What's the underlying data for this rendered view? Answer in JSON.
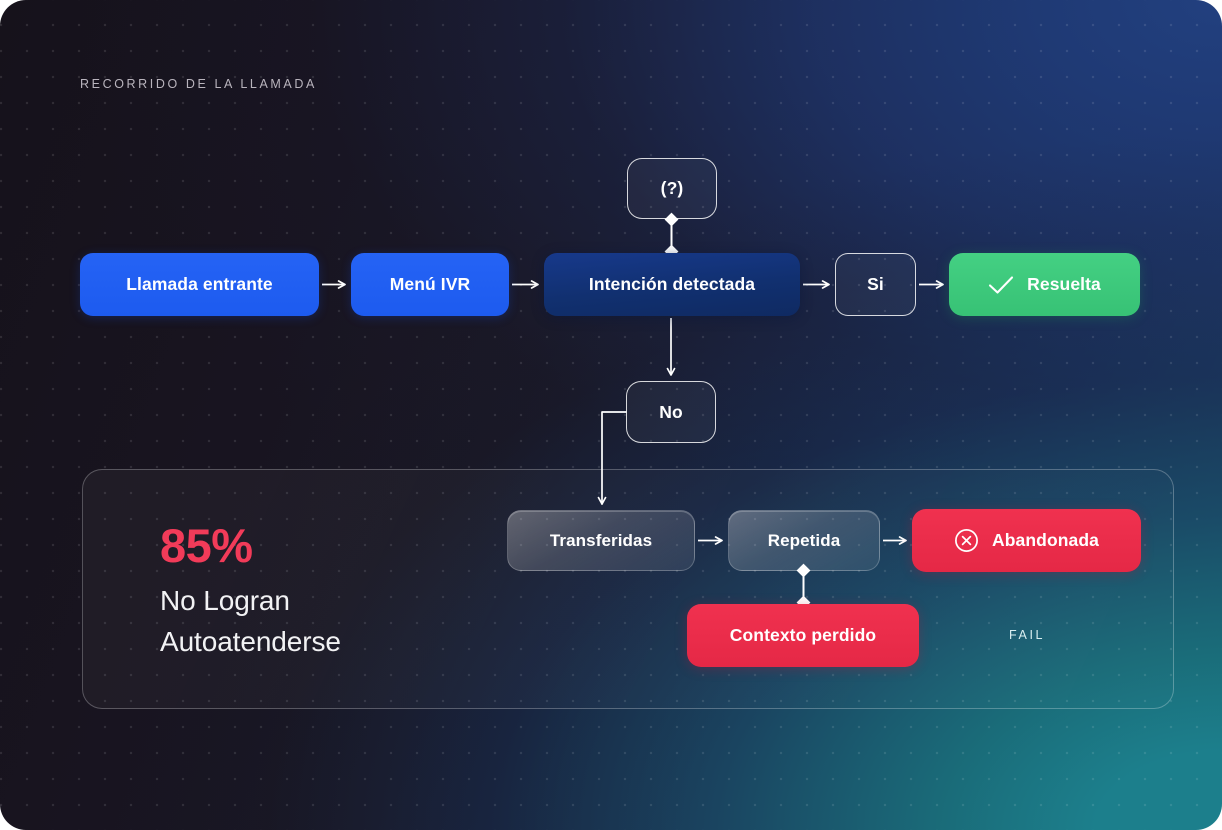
{
  "header": {
    "eyebrow": "RECORRIDO DE LA LLAMADA"
  },
  "flow": {
    "top_row": [
      {
        "id": "llamada",
        "label": "Llamada entrante",
        "style": "solid-blue"
      },
      {
        "id": "ivr",
        "label": "Menú IVR",
        "style": "solid-blue"
      },
      {
        "id": "intencion",
        "label": "Intención detectada",
        "style": "navy"
      },
      {
        "id": "si",
        "label": "Si",
        "style": "outline"
      },
      {
        "id": "resuelta",
        "label": "Resuelta",
        "style": "green",
        "icon": "check-icon"
      }
    ],
    "question_node": {
      "label": "(?)",
      "style": "outline"
    },
    "no_node": {
      "label": "No",
      "style": "outline"
    },
    "bottom_row": [
      {
        "id": "transferidas",
        "label": "Transferidas",
        "style": "glass"
      },
      {
        "id": "repetida",
        "label": "Repetida",
        "style": "glass"
      },
      {
        "id": "abandonada",
        "label": "Abandonada",
        "style": "red",
        "icon": "circle-x-icon"
      }
    ],
    "contexto_node": {
      "label": "Contexto perdido",
      "style": "red"
    }
  },
  "panel": {
    "stat_percent": "85%",
    "stat_line1": "No Logran",
    "stat_line2": "Autoatenderse",
    "fail_label": "FAIL"
  },
  "colors": {
    "accent_blue": "#2563f5",
    "navy": "#17398b",
    "success_green": "#3ec77a",
    "danger_red": "#f0314f",
    "stat_red": "#f23b59",
    "teal": "#1c7f8c",
    "eyebrow_text": "#b9b4bd"
  }
}
